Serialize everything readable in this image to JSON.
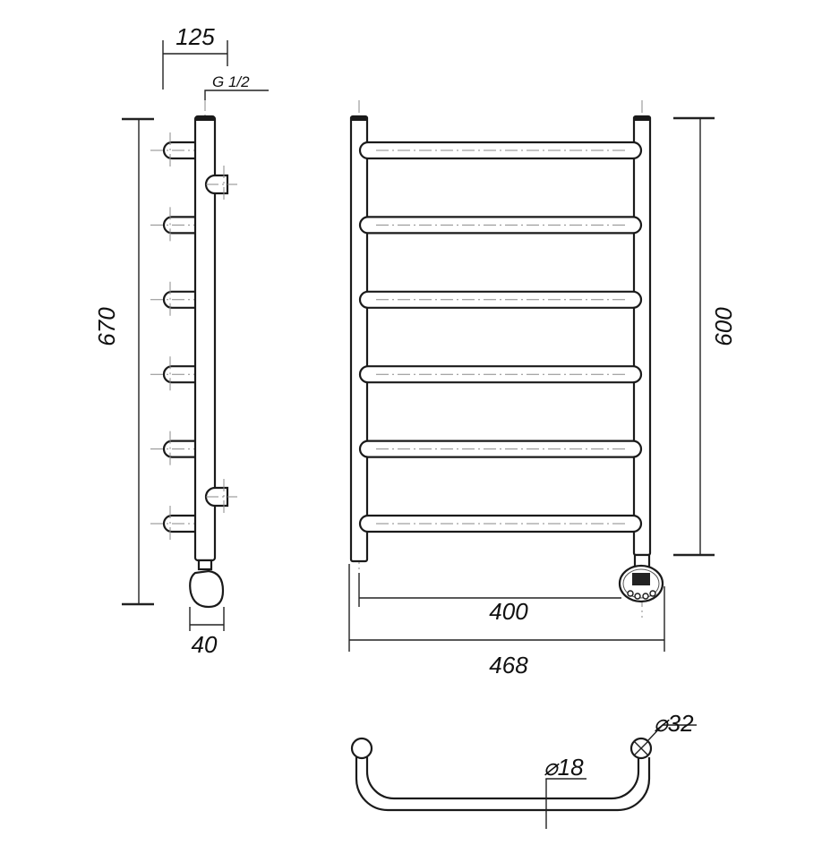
{
  "drawing": {
    "dimensions": {
      "height_total": "670",
      "height_axis": "600",
      "axis_width": "400",
      "total_width": "468",
      "depth": "125",
      "heater_width": "40",
      "thread": "G 1/2",
      "rail_diameter": "⌀32",
      "bar_diameter": "⌀18"
    },
    "bar_count": 6
  }
}
